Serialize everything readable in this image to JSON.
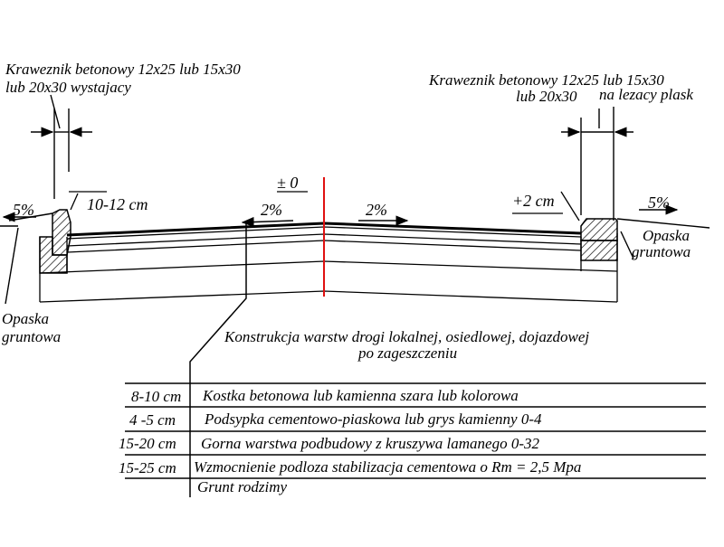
{
  "labels": {
    "curb_left_line1": "Kraweznik betonowy 12x25 lub 15x30",
    "curb_left_line2": "lub 20x30 wystajacy",
    "curb_right_line1": "Kraweznik betonowy 12x25 lub 15x30",
    "curb_right_line2a": "lub 20x30",
    "curb_right_line2b": "na lezacy plask",
    "left_slope": "5%",
    "right_slope": "5%",
    "curb_left_height": "10-12 cm",
    "curb_right_height": "+2 cm",
    "crown_left_slope": "2%",
    "crown_right_slope": "2%",
    "crown_level": "± 0",
    "shoulder_left_line1": "Opaska",
    "shoulder_left_line2": "gruntowa",
    "shoulder_right_line1": "Opaska",
    "shoulder_right_line2": "gruntowa",
    "construction_title_line1": "Konstrukcja warstw drogi lokalnej, osiedlowej, dojazdowej",
    "construction_title_line2": "po zageszczeniu"
  },
  "layers": [
    {
      "thickness": "8-10 cm",
      "description": "Kostka betonowa lub kamienna szara lub kolorowa"
    },
    {
      "thickness": "4 -5 cm",
      "description": "Podsypka cementowo-piaskowa lub grys kamienny 0-4"
    },
    {
      "thickness": "15-20 cm",
      "description": "Gorna warstwa podbudowy z kruszywa lamanego 0-32"
    },
    {
      "thickness": "15-25 cm",
      "description": "Wzmocnienie podloza stabilizacja cementowa o Rm = 2,5 Mpa"
    }
  ],
  "subgrade": "Grunt rodzimy",
  "colors": {
    "ink": "#000000",
    "axis": "#e01010",
    "hatch": "#000000"
  }
}
